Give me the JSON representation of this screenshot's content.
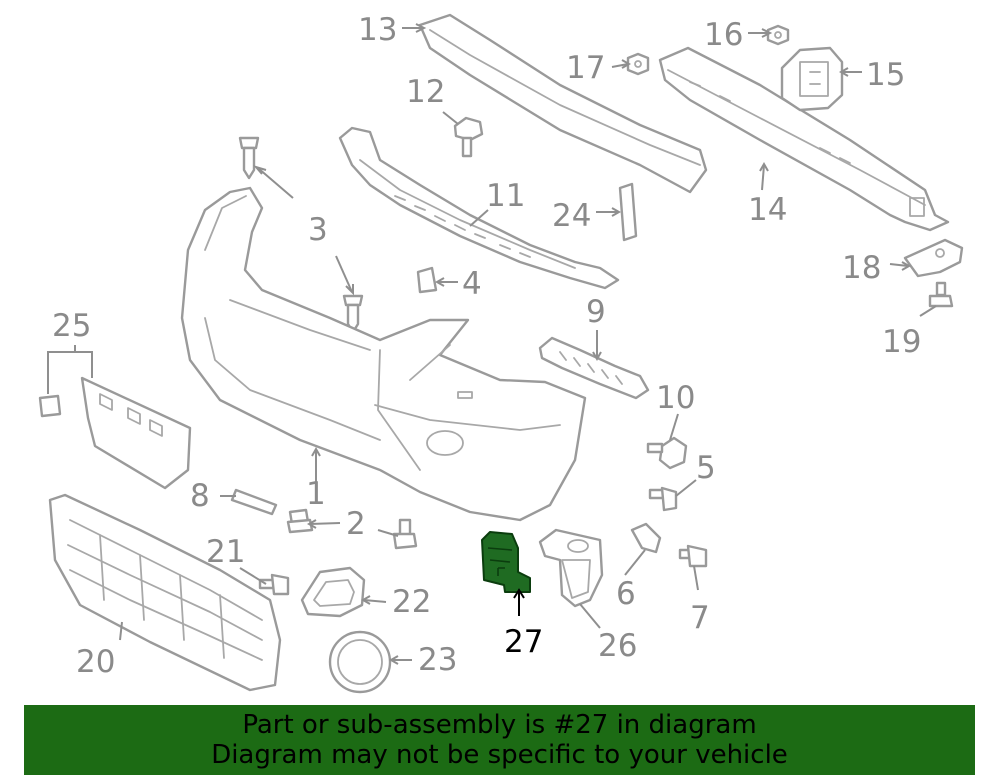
{
  "callouts": {
    "c1": "1",
    "c2": "2",
    "c3": "3",
    "c4": "4",
    "c5": "5",
    "c6": "6",
    "c7": "7",
    "c8": "8",
    "c9": "9",
    "c10": "10",
    "c11": "11",
    "c12": "12",
    "c13": "13",
    "c14": "14",
    "c15": "15",
    "c16": "16",
    "c17": "17",
    "c18": "18",
    "c19": "19",
    "c20": "20",
    "c21": "21",
    "c22": "22",
    "c23": "23",
    "c24": "24",
    "c25": "25",
    "c26": "26",
    "c27": "27"
  },
  "highlighted_part": "27",
  "colors": {
    "highlight": "#1f6b22",
    "banner": "#1c6b14",
    "line_art": "#9a9a9a"
  },
  "banner": {
    "line1": "Part or sub-assembly is #27 in diagram",
    "line2": "Diagram may not be specific to your vehicle"
  }
}
